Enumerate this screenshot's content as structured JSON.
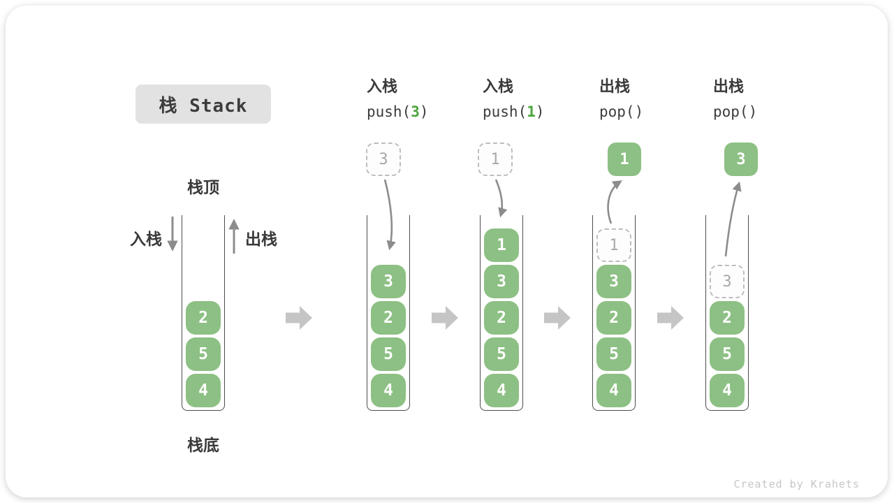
{
  "title": "栈 Stack",
  "side_labels": {
    "top": "栈顶",
    "bottom": "栈底",
    "push": "入栈",
    "pop": "出栈"
  },
  "operations": [
    {
      "name": "入栈",
      "code": {
        "pre": "push(",
        "arg": "3",
        "post": ")"
      }
    },
    {
      "name": "入栈",
      "code": {
        "pre": "push(",
        "arg": "1",
        "post": ")"
      }
    },
    {
      "name": "出栈",
      "code": {
        "pre": "pop(",
        "arg": "",
        "post": ")"
      }
    },
    {
      "name": "出栈",
      "code": {
        "pre": "pop(",
        "arg": "",
        "post": ")"
      }
    }
  ],
  "stacks": [
    {
      "items": [
        "2",
        "5",
        "4"
      ],
      "ghost": null
    },
    {
      "items": [
        "3",
        "2",
        "5",
        "4"
      ],
      "ghost": null
    },
    {
      "items": [
        "1",
        "3",
        "2",
        "5",
        "4"
      ],
      "ghost": null
    },
    {
      "items": [
        "3",
        "2",
        "5",
        "4"
      ],
      "ghost": "1"
    },
    {
      "items": [
        "2",
        "5",
        "4"
      ],
      "ghost": "3"
    }
  ],
  "floating_values": [
    {
      "value": "3",
      "variant": "ghost"
    },
    {
      "value": "1",
      "variant": "ghost"
    },
    {
      "value": "1",
      "variant": "solid"
    },
    {
      "value": "3",
      "variant": "solid"
    }
  ],
  "watermark": "Created by Krahets",
  "colors": {
    "cell_green": "#8dc084",
    "code_green": "#4ca43c",
    "flow_arrow_gray": "#c5c5c5",
    "line_gray": "#8c8c8c",
    "title_bg": "#e2e2e2"
  }
}
